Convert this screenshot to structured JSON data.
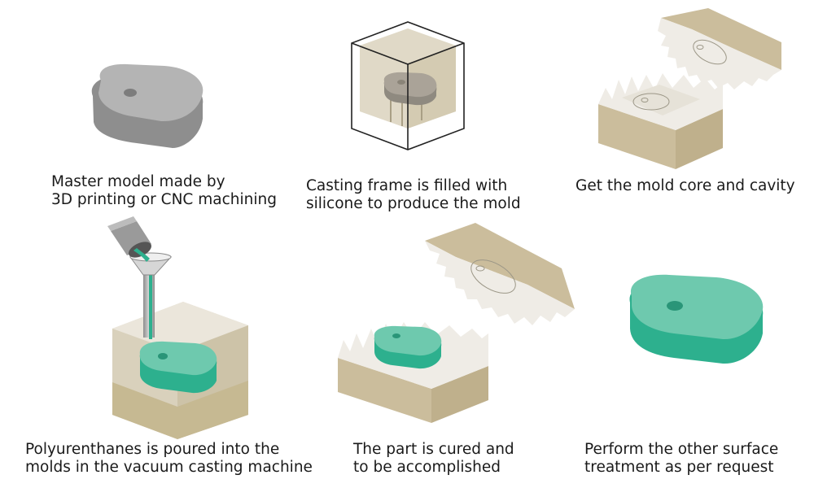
{
  "steps": [
    {
      "lines": [
        "Master model made by",
        "3D printing or CNC machining"
      ]
    },
    {
      "lines": [
        "Casting frame is filled with",
        "silicone to produce the mold"
      ]
    },
    {
      "lines": [
        "Get the mold core and cavity"
      ]
    },
    {
      "lines": [
        "Polyurenthanes is poured into the",
        "molds in the vacuum casting machine"
      ]
    },
    {
      "lines": [
        "The part is cured and",
        "to be accomplished"
      ]
    },
    {
      "lines": [
        "Perform the other surface",
        "treatment as per request"
      ]
    }
  ],
  "colors": {
    "model_gray": "#b4b4b4",
    "model_gray_side": "#8e8e8e",
    "silicone_tan": "#cbbd9c",
    "silicone_light": "#efece6",
    "resin_green": "#6ec9ae",
    "resin_green_side": "#2db08e",
    "frame_line": "#222222"
  }
}
